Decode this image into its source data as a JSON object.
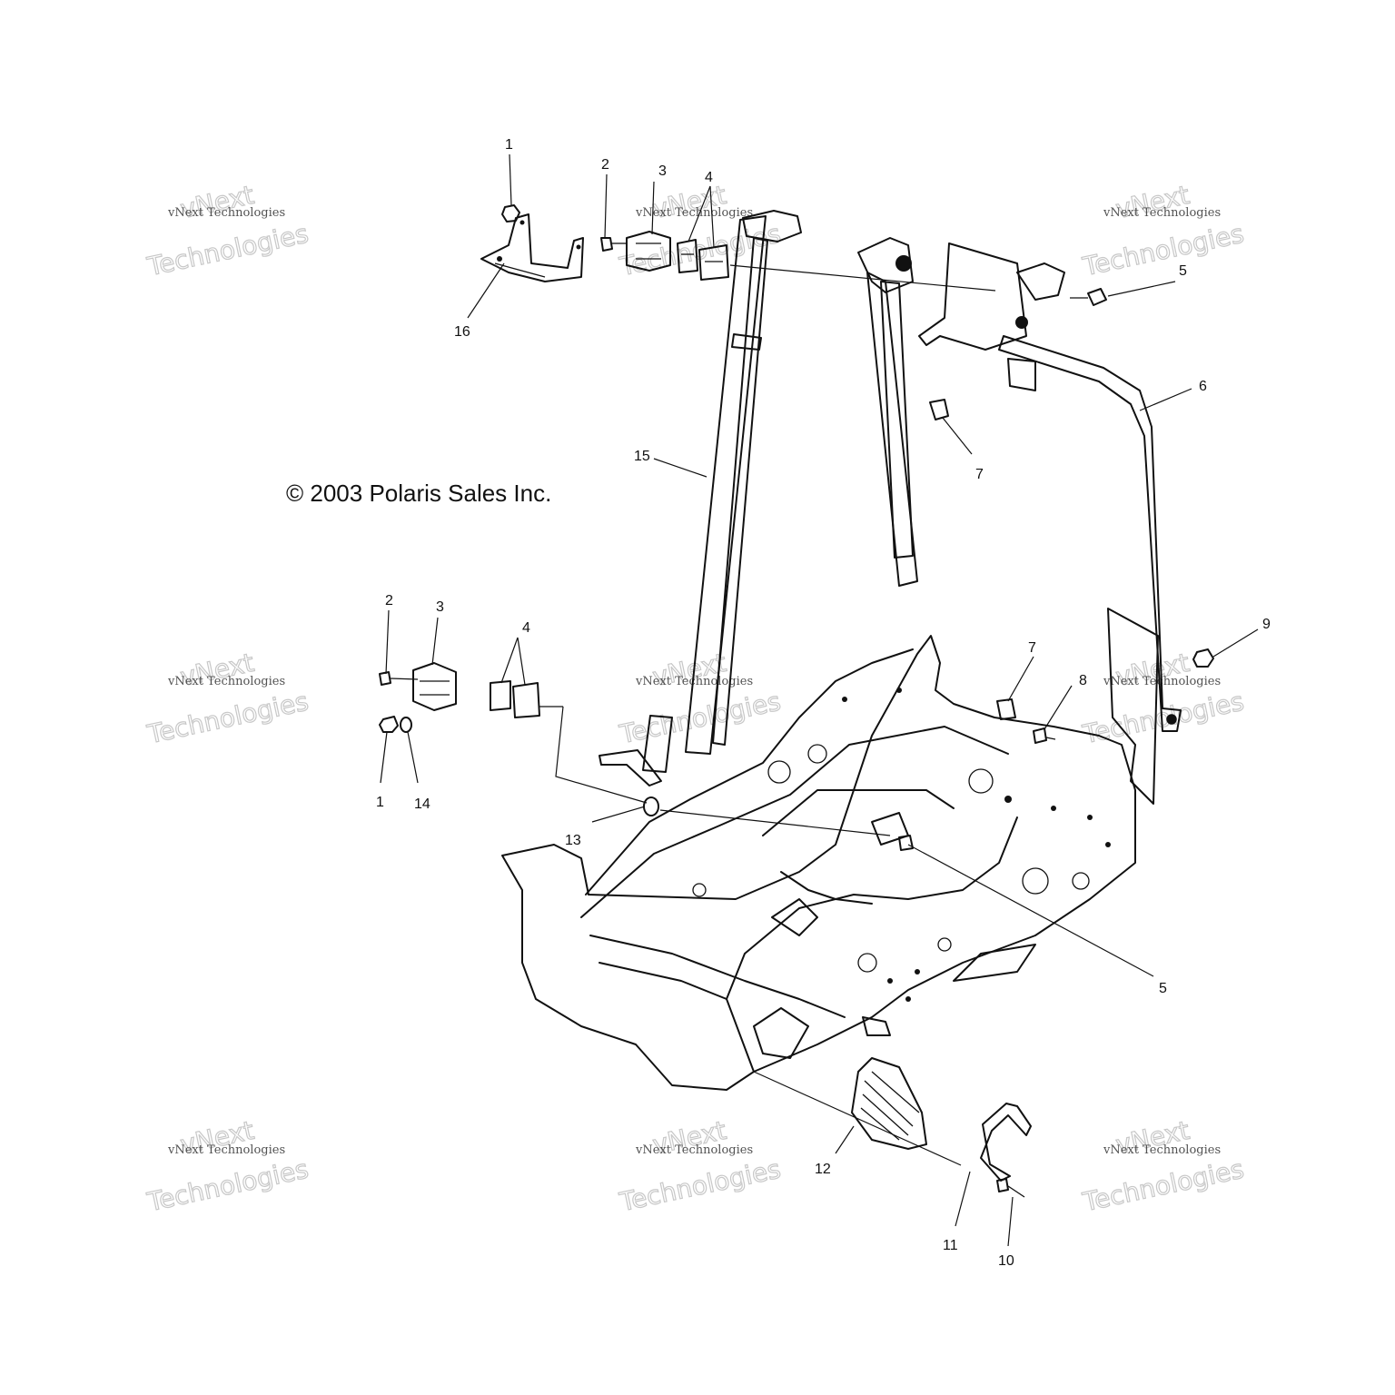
{
  "copyright": "© 2003 Polaris Sales Inc.",
  "watermark": {
    "line1": "vNext Technologies",
    "line2": "vNext",
    "line3": "Technologies"
  },
  "callouts": {
    "c1a": "1",
    "c2a": "2",
    "c3a": "3",
    "c4a": "4",
    "c16": "16",
    "c5a": "5",
    "c6": "6",
    "c7a": "7",
    "c15": "15",
    "c2b": "2",
    "c3b": "3",
    "c4b": "4",
    "c1b": "1",
    "c14": "14",
    "c7b": "7",
    "c8": "8",
    "c9": "9",
    "c13": "13",
    "c5b": "5",
    "c12": "12",
    "c11": "11",
    "c10": "10"
  }
}
